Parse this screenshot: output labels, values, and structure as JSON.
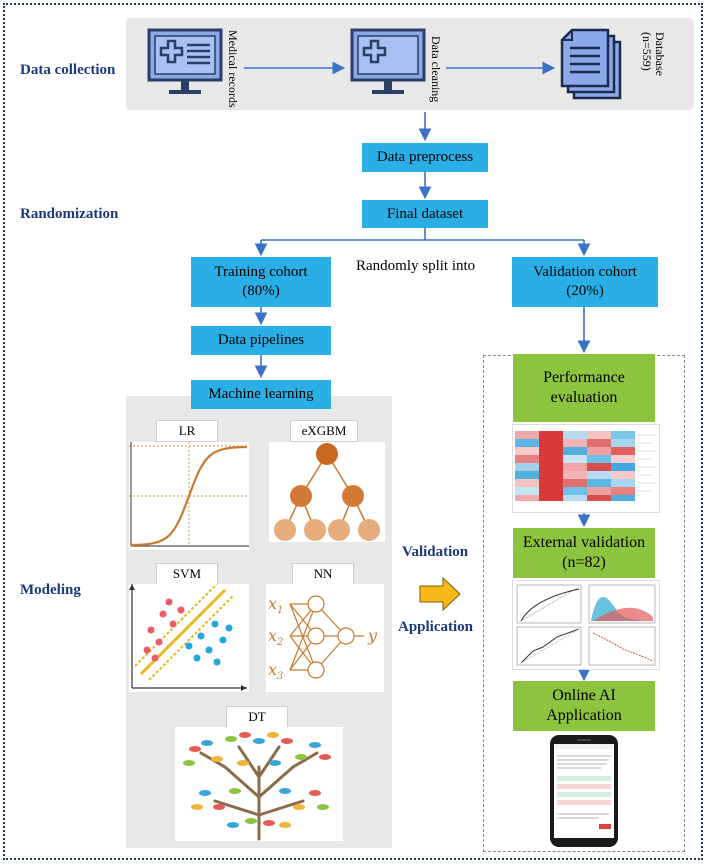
{
  "stages": {
    "data_collection": "Data collection",
    "randomization": "Randomization",
    "modeling": "Modeling"
  },
  "collection": {
    "medical_records": "Medical records",
    "data_cleaning": "Data cleaning",
    "database": "Database (n=559)"
  },
  "flow": {
    "data_preprocess": "Data preprocess",
    "final_dataset": "Final dataset",
    "split_label": "Randomly split into",
    "training_cohort": "Training cohort (80%)",
    "validation_cohort": "Validation cohort (20%)",
    "data_pipelines": "Data pipelines",
    "machine_learning": "Machine learning"
  },
  "models": {
    "lr": "LR",
    "exgbm": "eXGBM",
    "svm": "SVM",
    "nn": "NN",
    "dt": "DT",
    "nn_inputs": [
      "x",
      "x",
      "x"
    ],
    "nn_subscripts": [
      "1",
      "2",
      "3"
    ],
    "nn_output": "y"
  },
  "middle": {
    "validation": "Validation",
    "application": "Application"
  },
  "right": {
    "performance_evaluation": "Performance evaluation",
    "external_validation": "External validation (n=82)",
    "online_ai_application": "Online AI Application"
  },
  "colors": {
    "blue_box": "#29aee6",
    "green_box": "#8cc43f",
    "arrow_blue": "#3b73c4",
    "stage_text": "#1a3a7a",
    "big_arrow": "#f7b918"
  }
}
